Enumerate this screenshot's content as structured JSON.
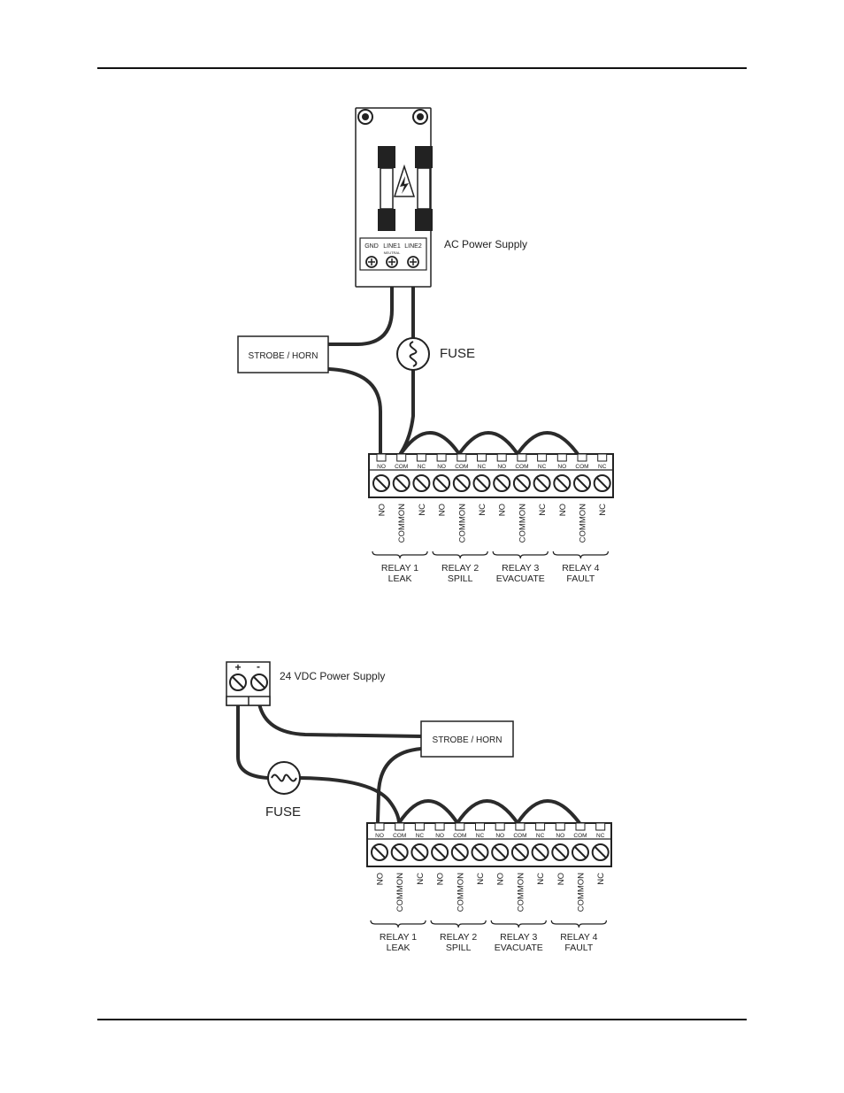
{
  "terminal_labels": [
    "NO",
    "COM",
    "NC",
    "NO",
    "COM",
    "NC",
    "NO",
    "COM",
    "NC",
    "NO",
    "COM",
    "NC"
  ],
  "vertical_labels": [
    "NO",
    "COMMON",
    "NC",
    "NO",
    "COMMON",
    "NC",
    "NO",
    "COMMON",
    "NC",
    "NO",
    "COMMON",
    "NC"
  ],
  "relays": [
    {
      "line1": "RELAY 1",
      "line2": "LEAK"
    },
    {
      "line1": "RELAY 2",
      "line2": "SPILL"
    },
    {
      "line1": "RELAY 3",
      "line2": "EVACUATE"
    },
    {
      "line1": "RELAY 4",
      "line2": "FAULT"
    }
  ],
  "ac_diagram": {
    "supply_label": "AC Power Supply",
    "terminals": [
      "GND",
      "LINE1",
      "LINE2"
    ],
    "line1_sub": "NEUTRAL",
    "strobe_label": "STROBE / HORN",
    "fuse_label": "FUSE"
  },
  "dc_diagram": {
    "supply_label": "24 VDC Power Supply",
    "plus": "+",
    "minus": "-",
    "strobe_label": "STROBE / HORN",
    "fuse_label": "FUSE"
  }
}
